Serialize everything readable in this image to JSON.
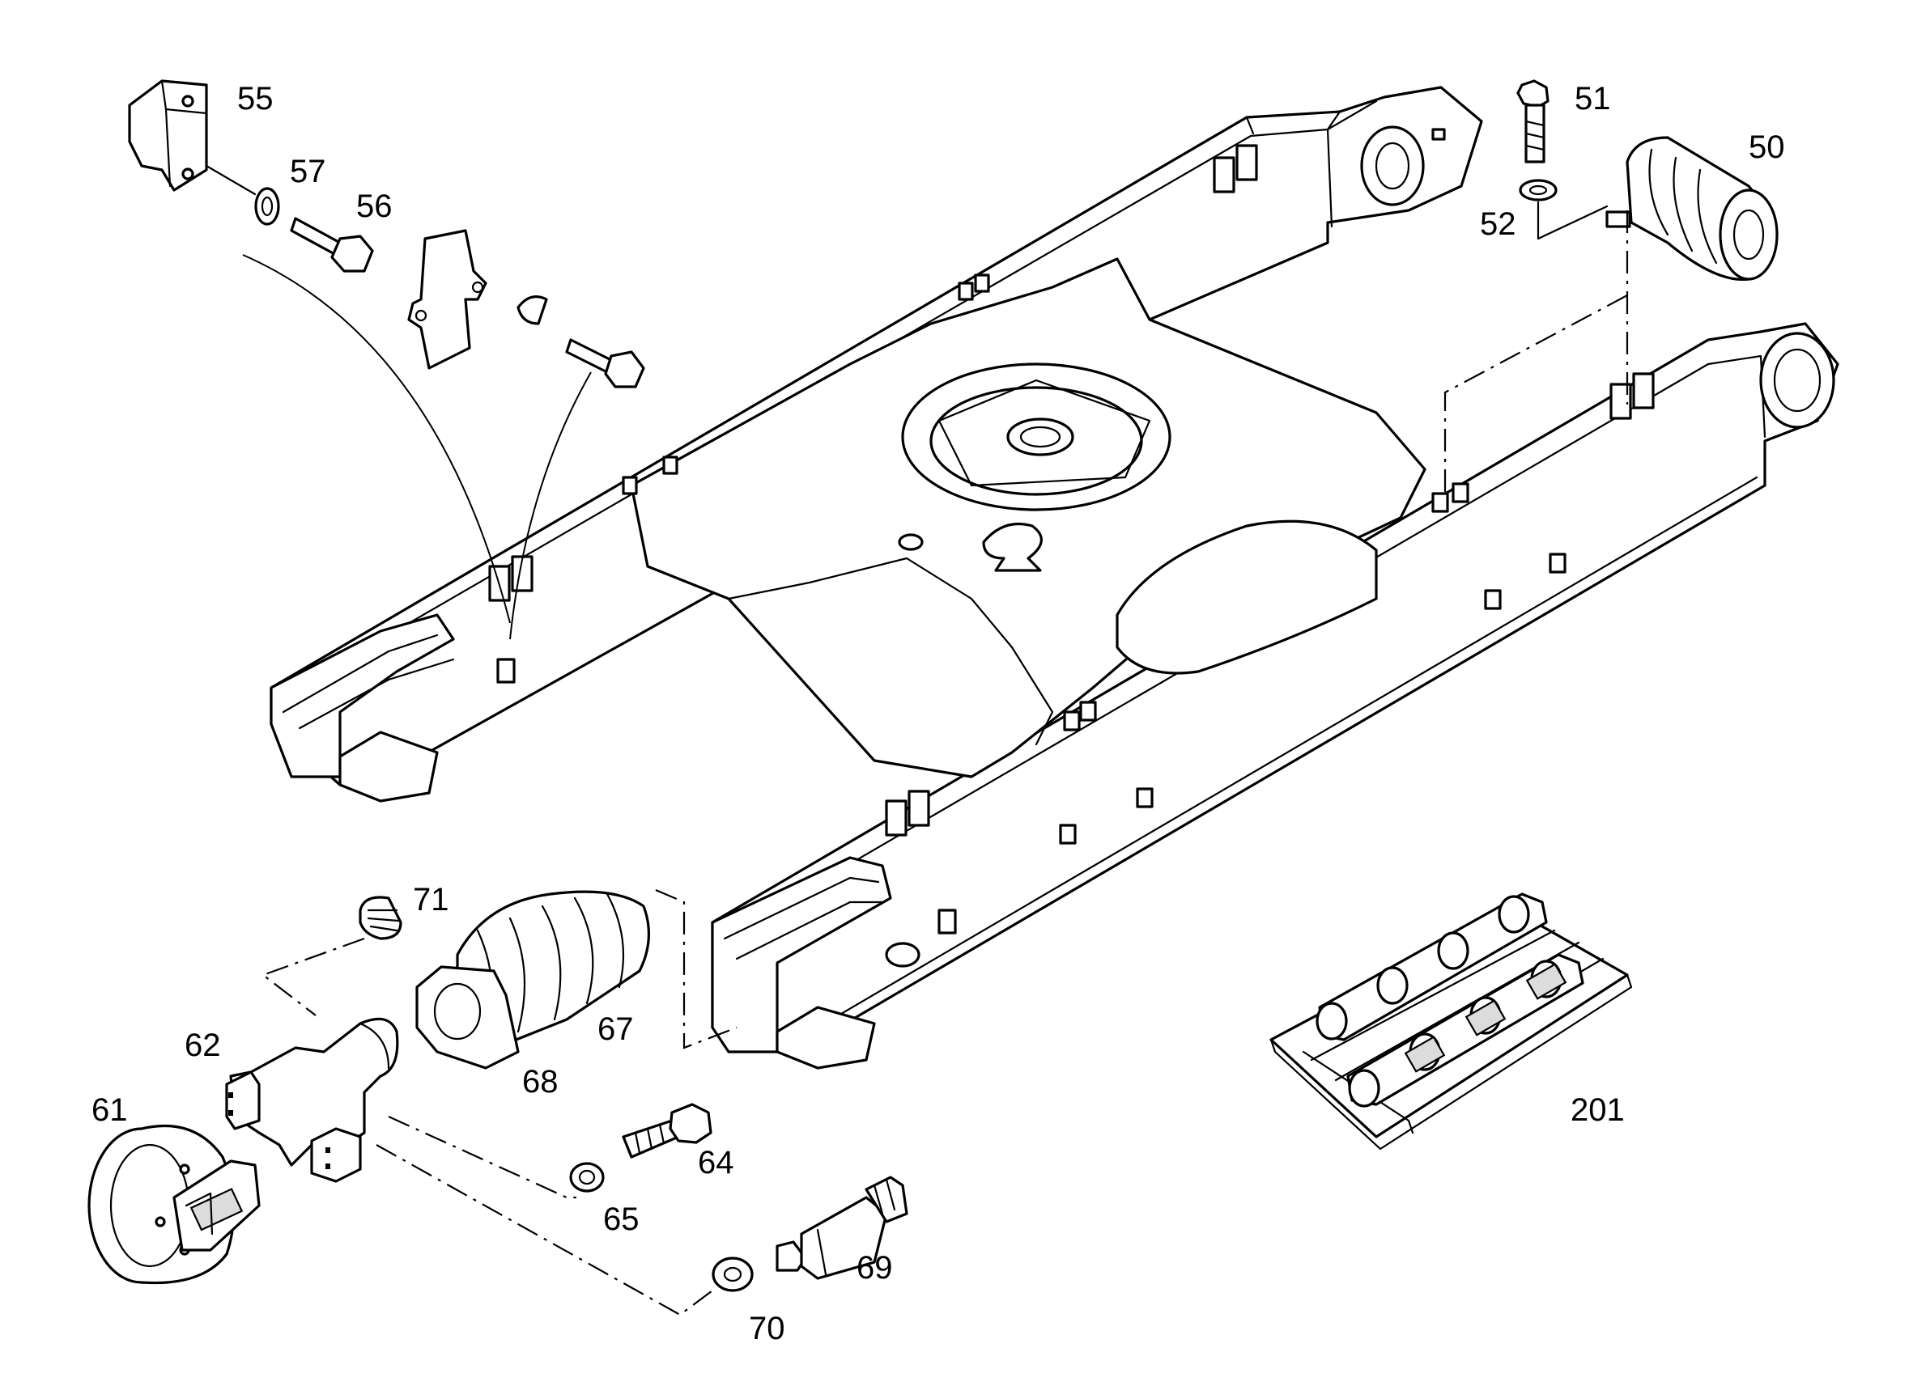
{
  "callouts": {
    "c50": "50",
    "c51": "51",
    "c52": "52",
    "c55": "55",
    "c56": "56",
    "c57": "57",
    "c61": "61",
    "c62": "62",
    "c64": "64",
    "c65": "65",
    "c67": "67",
    "c68": "68",
    "c69": "69",
    "c70": "70",
    "c71": "71",
    "c201": "201"
  },
  "colors": {
    "line": "#000000",
    "background": "#ffffff"
  }
}
